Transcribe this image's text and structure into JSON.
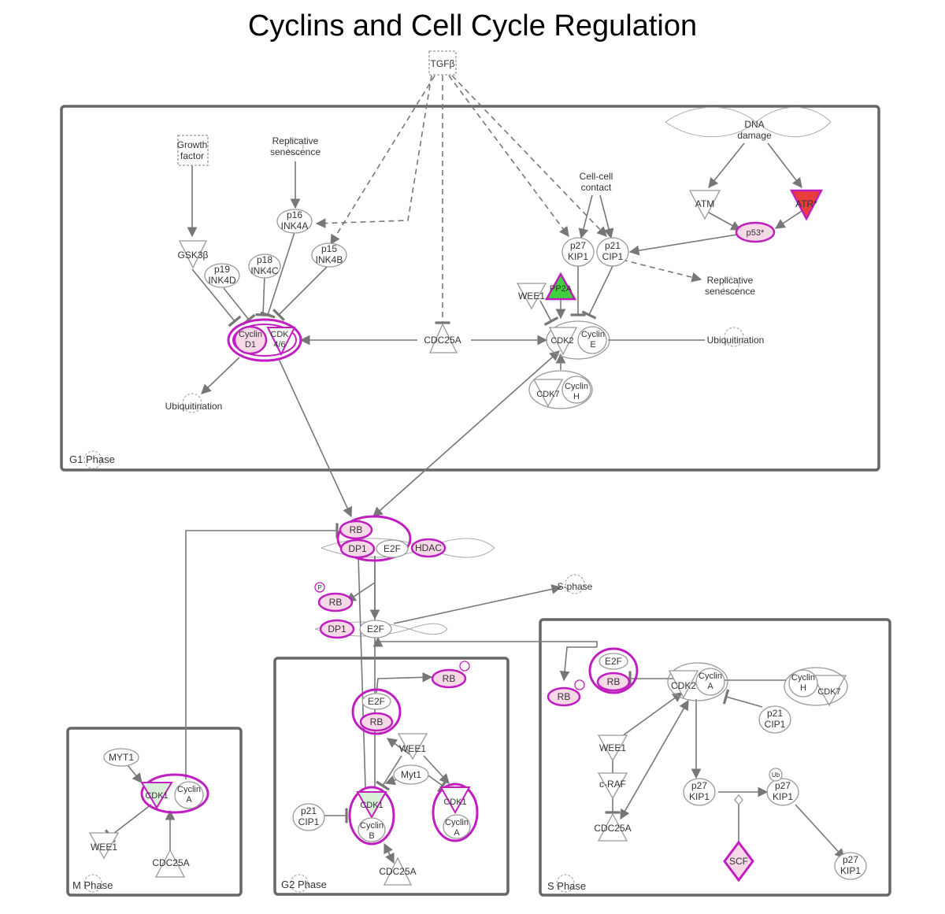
{
  "title": "Cyclins and Cell Cycle Regulation",
  "colors": {
    "magenta": "#c01ec0",
    "pink_fill": "#f6d8e6",
    "light_green": "#d8f0d8",
    "green": "#3fd03f",
    "red": "#ea3c3c",
    "box": "#666666",
    "edge": "#777777",
    "node": "#9a9a9a"
  },
  "phases": {
    "g1": "G1 Phase",
    "m": "M Phase",
    "g2": "G2 Phase",
    "s": "S Phase"
  },
  "nodes": {
    "tgfb": "TGFβ",
    "growth_factor": [
      "Growth",
      "factor"
    ],
    "rep_sen_1": [
      "Replicative",
      "senescence"
    ],
    "dna_damage": [
      "DNA",
      "damage"
    ],
    "cell_contact": [
      "Cell-cell",
      "contact"
    ],
    "atm": "ATM",
    "atr": "ATR*",
    "p53": "p53*",
    "p16": [
      "p16",
      "INK4A"
    ],
    "p15": [
      "p15",
      "INK4B"
    ],
    "p18": [
      "p18",
      "INK4C"
    ],
    "p19": [
      "p19",
      "INK4D"
    ],
    "gsk3b": "GSK3β",
    "p27_g1": [
      "p27",
      "KIP1"
    ],
    "p21_g1": [
      "p21",
      "CIP1"
    ],
    "rep_sen_2": [
      "Replicative",
      "senescence"
    ],
    "wee1_g1": "WEE1",
    "pp2a": "PP2A",
    "cyclin_d1": [
      "Cyclin",
      "D1"
    ],
    "cdk46": [
      "CDK",
      "4/6"
    ],
    "cdc25a_g1": "CDC25A",
    "cdk2_g1": "CDK2",
    "cyclin_e": [
      "Cyclin",
      "E"
    ],
    "ubiq_1": "Ubiquitination",
    "ubiq_2": "Ubiquitination",
    "cdk7_g1": "CDK7",
    "cyclin_h_g1": [
      "Cyclin",
      "H"
    ],
    "rb_top": "RB",
    "dp1_top": "DP1",
    "e2f_top": "E2F",
    "hdac": "HDAC",
    "p_mark": "P",
    "rb_p_mid": "RB",
    "dp1_mid": "DP1",
    "e2f_mid": "E2F",
    "s_phase": "S-phase",
    "myt1_m": "MYT1",
    "cdk1_m": "CDK1",
    "cyclin_a_m": [
      "Cyclin",
      "A"
    ],
    "wee1_m": "WEE1",
    "cdc25a_m": "CDC25A",
    "rb_p_g2": "RB",
    "e2f_g2": "E2F",
    "rb_g2": "RB",
    "wee1_g2": "WEE1",
    "myt1_g2": "Myt1",
    "p21_g2": [
      "p21",
      "CIP1"
    ],
    "cdk1_g2a": "CDK1",
    "cyclin_b": [
      "Cyclin",
      "B"
    ],
    "cdk1_g2b": "CDK1",
    "cyclin_a_g2": [
      "Cyclin",
      "A"
    ],
    "cdc25a_g2": "CDC25A",
    "e2f_s": "E2F",
    "rb_s": "RB",
    "rb_p_s": "RB",
    "cdk2_s": "CDK2",
    "cyclin_a_s": [
      "Cyclin",
      "A"
    ],
    "cyclin_h_s": [
      "Cyclin",
      "H"
    ],
    "cdk7_s": "CDK7",
    "p21_s": [
      "p21",
      "CIP1"
    ],
    "wee1_s": "WEE1",
    "craf": "c-RAF",
    "cdc25a_s": "CDC25A",
    "p27_s1": [
      "p27",
      "KIP1"
    ],
    "ub_mark": "Ub",
    "p27_s2": [
      "p27",
      "KIP1"
    ],
    "scf": "SCF",
    "p27_s3": [
      "p27",
      "KIP1"
    ]
  }
}
